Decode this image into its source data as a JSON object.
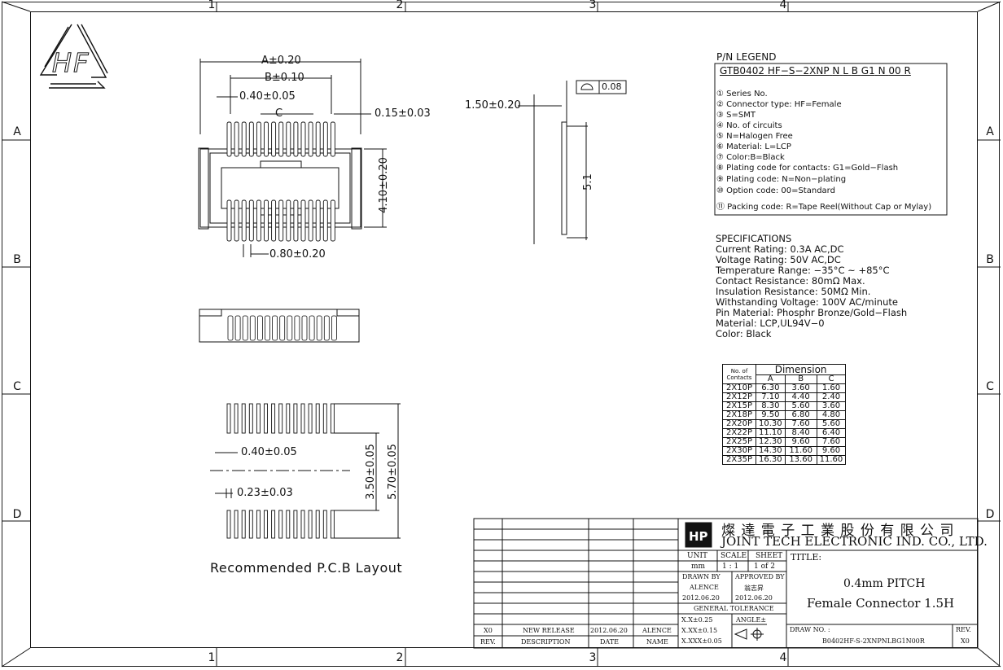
{
  "zones": {
    "top": [
      "1",
      "2",
      "3",
      "4"
    ],
    "bottom": [
      "1",
      "2",
      "3",
      "4"
    ],
    "left": [
      "A",
      "B",
      "C",
      "D"
    ],
    "right": [
      "A",
      "B",
      "C",
      "D"
    ]
  },
  "logo": {
    "text": "HF"
  },
  "dims": {
    "a": "A±0.20",
    "b": "B±0.10",
    "pitch": "0.40±0.05",
    "c": "C",
    "pin_w": "0.15±0.03",
    "height": "4.10±0.20",
    "row_pitch": "0.80±0.20",
    "side_h": "1.50±0.20",
    "flat": "0.08",
    "side_len": "5.1",
    "pcb_pitch": "0.40±0.05",
    "pcb_pad": "0.23±0.03",
    "pcb_inner": "3.50±0.05",
    "pcb_outer": "5.70±0.05"
  },
  "pcb_caption": "Recommended P.C.B Layout",
  "legend": {
    "title": "P/N LEGEND",
    "pn_parts": [
      "GTB0402",
      "HF",
      "S",
      "2XNP",
      "N",
      "L",
      "B",
      "G1",
      "N",
      "00",
      "R"
    ],
    "items": [
      "① Series No.",
      "② Connector type: HF=Female",
      "③ S=SMT",
      "④ No. of circuits",
      "⑤ N=Halogen Free",
      "⑥ Material: L=LCP",
      "⑦ Color:B=Black",
      "⑧ Plating code for contacts: G1=Gold−Flash",
      "⑨ Plating code: N=Non−plating",
      "⑩ Option code: 00=Standard",
      "⑪ Packing code: R=Tape Reel(Without Cap or Mylay)"
    ]
  },
  "specs": {
    "title": "SPECIFICATIONS",
    "lines": [
      "Current Rating: 0.3A AC,DC",
      "Voltage Rating: 50V AC,DC",
      "Temperature Range: −35°C ~ +85°C",
      "Contact Resistance: 80mΩ Max.",
      "Insulation Resistance: 50MΩ Min.",
      "Withstanding Voltage: 100V AC/minute",
      "Pin Material: Phosphr Bronze/Gold−Flash",
      "Material: LCP,UL94V−0",
      "Color: Black"
    ]
  },
  "dim_table": {
    "header_left": "No. of Contacts",
    "header_group": "Dimension",
    "cols": [
      "A",
      "B",
      "C"
    ],
    "rows": [
      [
        "2X10P",
        "6.30",
        "3.60",
        "1.60"
      ],
      [
        "2X12P",
        "7.10",
        "4.40",
        "2.40"
      ],
      [
        "2X15P",
        "8.30",
        "5.60",
        "3.60"
      ],
      [
        "2X18P",
        "9.50",
        "6.80",
        "4.80"
      ],
      [
        "2X20P",
        "10.30",
        "7.60",
        "5.60"
      ],
      [
        "2X22P",
        "11.10",
        "8.40",
        "6.40"
      ],
      [
        "2X25P",
        "12.30",
        "9.60",
        "7.60"
      ],
      [
        "2X30P",
        "14.30",
        "11.60",
        "9.60"
      ],
      [
        "2X35P",
        "16.30",
        "13.60",
        "11.60"
      ]
    ]
  },
  "title_block": {
    "company_cn": "燦 達 電 子 工 業 股 份 有 限 公 司",
    "company_en": "JOINT TECH ELECTRONIC IND. CO., LTD.",
    "unit_label": "UNIT",
    "unit": "mm",
    "scale_label": "SCALE",
    "scale": "1 : 1",
    "sheet_label": "SHEET",
    "sheet": "1 of 2",
    "drawn_label": "DRAWN BY",
    "drawn": "ALENCE",
    "drawn_date": "2012.06.20",
    "approved_label": "APPROVED BY",
    "approved": "翁志昇",
    "approved_date": "2012.06.20",
    "tol_label": "GENERAL TOLERANCE",
    "tol1": "X.X±0.25",
    "tol2": "X.XX±0.15",
    "tol3": "X.XXX±0.05",
    "angle_label": "ANGLE±",
    "title_label": "TITLE:",
    "title1": "0.4mm PITCH",
    "title2": "Female Connector 1.5H",
    "drawno_label": "DRAW NO. :",
    "drawno": "B0402HF-S-2XNPNLBG1N00R",
    "rev_label": "REV.",
    "rev": "X0",
    "rev_row": {
      "rev": "X0",
      "desc": "NEW RELEASE",
      "date": "2012.06.20",
      "name": "ALENCE"
    },
    "rev_header": {
      "rev": "REV.",
      "desc": "DESCRIPTION",
      "date": "DATE",
      "name": "NAME"
    }
  }
}
